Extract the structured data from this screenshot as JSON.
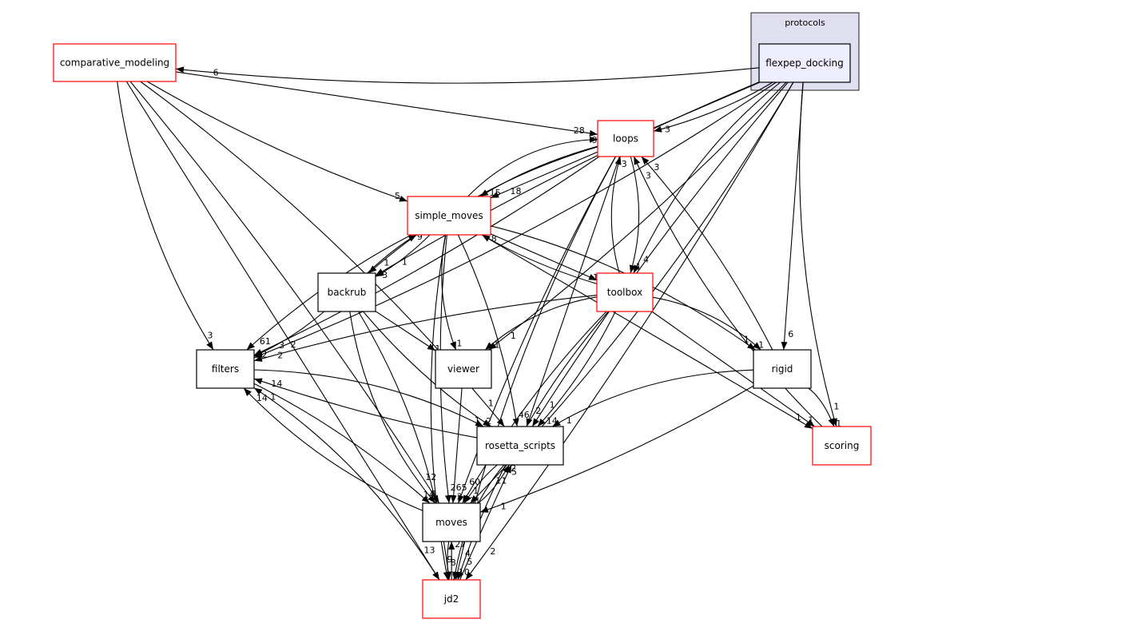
{
  "cluster": {
    "id": "protocols",
    "label": "protocols",
    "fill": "#dfdfef",
    "stroke": "#444444"
  },
  "nodes": [
    {
      "id": "flexpep_docking",
      "label": "flexpep_docking",
      "border": "#000000",
      "fill": "#eeeeff"
    },
    {
      "id": "comparative_modeling",
      "label": "comparative_modeling",
      "border": "#ff0000",
      "fill": "#ffffff"
    },
    {
      "id": "loops",
      "label": "loops",
      "border": "#ff0000",
      "fill": "#ffffff"
    },
    {
      "id": "simple_moves",
      "label": "simple_moves",
      "border": "#ff0000",
      "fill": "#ffffff"
    },
    {
      "id": "backrub",
      "label": "backrub",
      "border": "#000000",
      "fill": "#ffffff"
    },
    {
      "id": "toolbox",
      "label": "toolbox",
      "border": "#ff0000",
      "fill": "#ffffff"
    },
    {
      "id": "filters",
      "label": "filters",
      "border": "#000000",
      "fill": "#ffffff"
    },
    {
      "id": "viewer",
      "label": "viewer",
      "border": "#000000",
      "fill": "#ffffff"
    },
    {
      "id": "rigid",
      "label": "rigid",
      "border": "#000000",
      "fill": "#ffffff"
    },
    {
      "id": "rosetta_scripts",
      "label": "rosetta_scripts",
      "border": "#000000",
      "fill": "#ffffff"
    },
    {
      "id": "scoring",
      "label": "scoring",
      "border": "#ff0000",
      "fill": "#ffffff"
    },
    {
      "id": "moves",
      "label": "moves",
      "border": "#000000",
      "fill": "#ffffff"
    },
    {
      "id": "jd2",
      "label": "jd2",
      "border": "#ff0000",
      "fill": "#ffffff"
    }
  ],
  "edges": [
    {
      "from": "flexpep_docking",
      "to": "comparative_modeling",
      "label": "6"
    },
    {
      "from": "flexpep_docking",
      "to": "loops",
      "label": "3"
    },
    {
      "from": "flexpep_docking",
      "to": "simple_moves",
      "label": "18"
    },
    {
      "from": "flexpep_docking",
      "to": "backrub",
      "label": "1"
    },
    {
      "from": "flexpep_docking",
      "to": "toolbox",
      "label": "4"
    },
    {
      "from": "flexpep_docking",
      "to": "filters",
      "label": "2"
    },
    {
      "from": "flexpep_docking",
      "to": "viewer",
      "label": "1"
    },
    {
      "from": "flexpep_docking",
      "to": "rigid",
      "label": "6"
    },
    {
      "from": "flexpep_docking",
      "to": "rosetta_scripts",
      "label": "1"
    },
    {
      "from": "flexpep_docking",
      "to": "scoring",
      "label": "1"
    },
    {
      "from": "flexpep_docking",
      "to": "moves",
      "label": "11"
    },
    {
      "from": "flexpep_docking",
      "to": "jd2",
      "label": "2"
    },
    {
      "from": "comparative_modeling",
      "to": "loops",
      "label": "28"
    },
    {
      "from": "comparative_modeling",
      "to": "simple_moves",
      "label": "5"
    },
    {
      "from": "comparative_modeling",
      "to": "filters",
      "label": "3"
    },
    {
      "from": "comparative_modeling",
      "to": "rosetta_scripts",
      "label": "1"
    },
    {
      "from": "comparative_modeling",
      "to": "moves",
      "label": "12"
    },
    {
      "from": "comparative_modeling",
      "to": "jd2",
      "label": "13"
    },
    {
      "from": "loops",
      "to": "simple_moves",
      "label": "15"
    },
    {
      "from": "loops",
      "to": "backrub",
      "label": "1"
    },
    {
      "from": "loops",
      "to": "toolbox",
      "label": "1"
    },
    {
      "from": "loops",
      "to": "filters",
      "label": "3"
    },
    {
      "from": "loops",
      "to": "rosetta_scripts",
      "label": "2"
    },
    {
      "from": "loops",
      "to": "moves",
      "label": "60"
    },
    {
      "from": "loops",
      "to": "jd2",
      "label": "4"
    },
    {
      "from": "simple_moves",
      "to": "loops",
      "label": "9"
    },
    {
      "from": "simple_moves",
      "to": "backrub",
      "label": "3"
    },
    {
      "from": "simple_moves",
      "to": "toolbox",
      "label": "12"
    },
    {
      "from": "simple_moves",
      "to": "filters",
      "label": "61"
    },
    {
      "from": "simple_moves",
      "to": "viewer",
      "label": "1"
    },
    {
      "from": "simple_moves",
      "to": "rigid",
      "label": "1"
    },
    {
      "from": "simple_moves",
      "to": "rosetta_scripts",
      "label": "46"
    },
    {
      "from": "simple_moves",
      "to": "scoring",
      "label": "1"
    },
    {
      "from": "simple_moves",
      "to": "moves",
      "label": "265"
    },
    {
      "from": "simple_moves",
      "to": "jd2",
      "label": "9"
    },
    {
      "from": "backrub",
      "to": "simple_moves",
      "label": "9"
    },
    {
      "from": "backrub",
      "to": "filters",
      "label": "2"
    },
    {
      "from": "backrub",
      "to": "viewer",
      "label": "1"
    },
    {
      "from": "backrub",
      "to": "rosetta_scripts",
      "label": "2"
    },
    {
      "from": "backrub",
      "to": "moves",
      "label": "8"
    },
    {
      "from": "backrub",
      "to": "jd2",
      "label": "8"
    },
    {
      "from": "toolbox",
      "to": "loops",
      "label": "3"
    },
    {
      "from": "toolbox",
      "to": "simple_moves",
      "label": "8"
    },
    {
      "from": "toolbox",
      "to": "filters",
      "label": "2"
    },
    {
      "from": "toolbox",
      "to": "viewer",
      "label": "1"
    },
    {
      "from": "toolbox",
      "to": "rigid",
      "label": "1"
    },
    {
      "from": "toolbox",
      "to": "rosetta_scripts",
      "label": "14"
    },
    {
      "from": "toolbox",
      "to": "scoring",
      "label": "1"
    },
    {
      "from": "toolbox",
      "to": "moves",
      "label": "1"
    },
    {
      "from": "toolbox",
      "to": "jd2",
      "label": "5"
    },
    {
      "from": "filters",
      "to": "rosetta_scripts",
      "label": "1"
    },
    {
      "from": "filters",
      "to": "moves",
      "label": "14"
    },
    {
      "from": "viewer",
      "to": "moves",
      "label": "3"
    },
    {
      "from": "rigid",
      "to": "loops",
      "label": "3"
    },
    {
      "from": "rigid",
      "to": "rosetta_scripts",
      "label": "1"
    },
    {
      "from": "rigid",
      "to": "scoring",
      "label": "1"
    },
    {
      "from": "rigid",
      "to": "moves",
      "label": "1"
    },
    {
      "from": "rosetta_scripts",
      "to": "filters",
      "label": "14"
    },
    {
      "from": "rosetta_scripts",
      "to": "moves",
      "label": "31"
    },
    {
      "from": "rosetta_scripts",
      "to": "jd2",
      "label": "10"
    },
    {
      "from": "scoring",
      "to": "loops",
      "label": "3"
    },
    {
      "from": "moves",
      "to": "filters",
      "label": "14"
    },
    {
      "from": "moves",
      "to": "rosetta_scripts",
      "label": "2"
    },
    {
      "from": "moves",
      "to": "jd2",
      "label": "2"
    },
    {
      "from": "jd2",
      "to": "filters",
      "label": "1"
    },
    {
      "from": "jd2",
      "to": "moves",
      "label": "27"
    },
    {
      "from": "jd2",
      "to": "rosetta_scripts",
      "label": "5"
    }
  ]
}
